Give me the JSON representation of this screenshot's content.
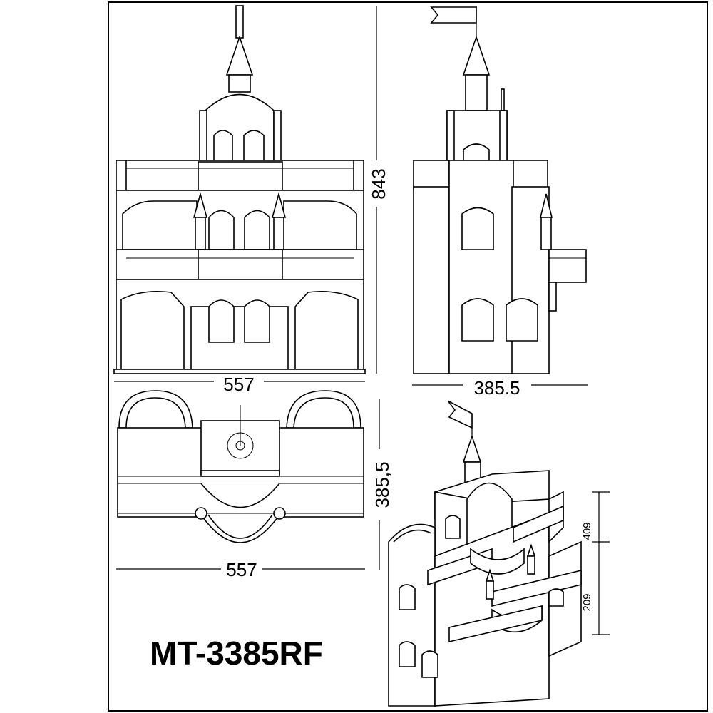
{
  "sheet": {
    "model": "MT-3385RF",
    "front_view": {
      "width_label": "557",
      "height_label": "843"
    },
    "side_view": {
      "depth_label": "385.5"
    },
    "top_view": {
      "width_label": "557",
      "depth_label": "385,5"
    },
    "iso_view": {
      "height_upper_label": "409",
      "height_lower_label": "209"
    }
  }
}
